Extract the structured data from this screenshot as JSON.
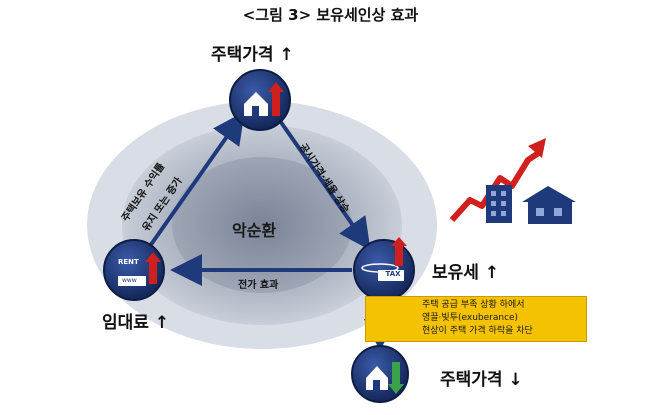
{
  "title": "<그림 3> 보유세인상 효과",
  "nodes": {
    "top": {
      "label": "주택가격 ↑"
    },
    "right": {
      "label": "보유세 ↑",
      "badge": "TAX"
    },
    "left": {
      "label": "임대료 ↑",
      "badge": "RENT",
      "badge2": "www"
    },
    "bottom": {
      "label": "주택가격 ↓"
    }
  },
  "center_label": "악순환",
  "edge_labels": {
    "left_1": "주택보유 수익률",
    "left_2": "유지 또는 증가",
    "right": "공시가격·세율 상승",
    "bottom": "전가 효과"
  },
  "note_lines": [
    "주택 공급 부족 상황 하에서",
    "영끌·빚투(exuberance)",
    "현상이 주택 가격 하락을 차단"
  ],
  "colors": {
    "node": "#1f3a7a",
    "arrow_up": "#d0201e",
    "arrow_down": "#3aa14a",
    "note_bg": "#f5c200",
    "cross": "#e0141c"
  }
}
